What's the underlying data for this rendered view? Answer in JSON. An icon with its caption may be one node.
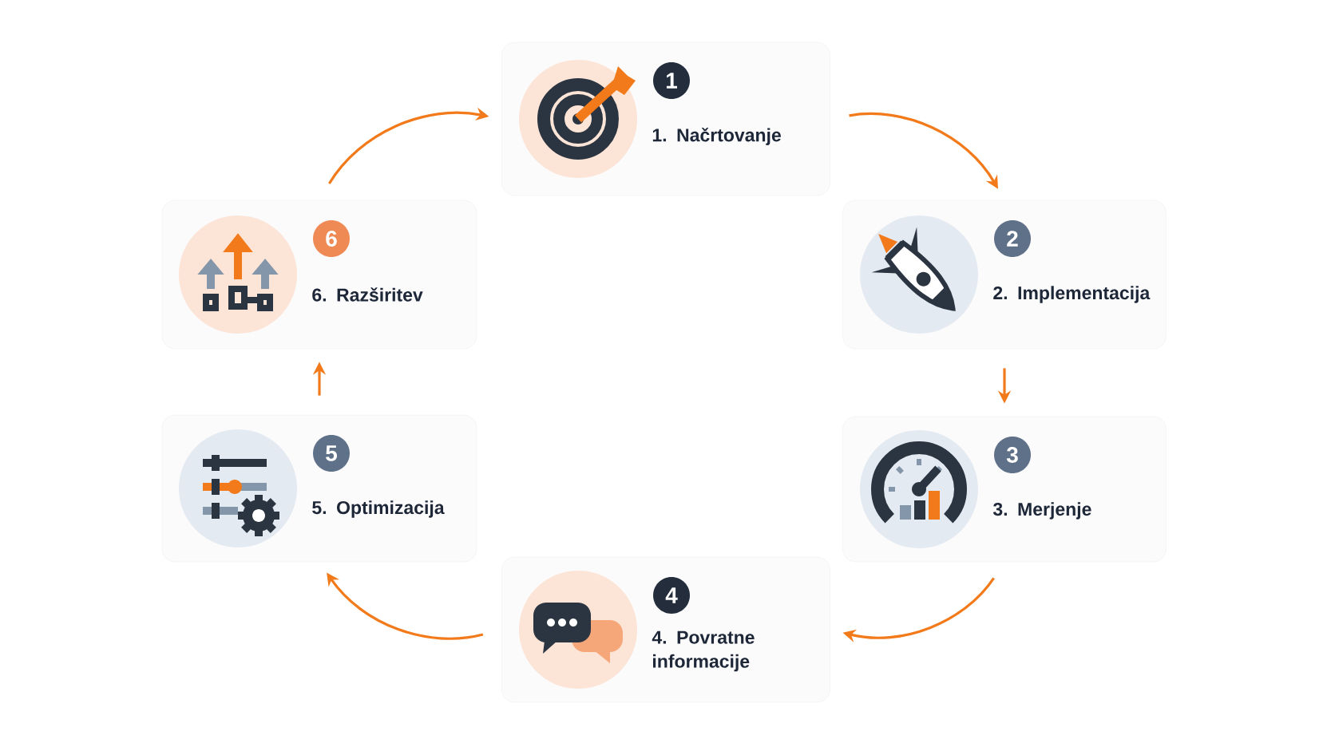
{
  "diagram": {
    "nodes": [
      {
        "text": [
          "1",
          "1. Načrtovanje"
        ]
      },
      {
        "text": [
          "2",
          "2. Implementacija"
        ]
      },
      {
        "text": [
          "3",
          "3. Merjenje"
        ]
      },
      {
        "text": [
          "4",
          "4. Povratne informacije"
        ]
      },
      {
        "text": [
          "5",
          "5. Optimizacija"
        ]
      },
      {
        "text": [
          "6",
          "6. Razširitev"
        ]
      }
    ],
    "edges": [
      {
        "from": 0,
        "to": 1,
        "arrow": "to"
      },
      {
        "from": 1,
        "to": 2,
        "arrow": "to"
      },
      {
        "from": 2,
        "to": 3,
        "arrow": "to"
      },
      {
        "from": 3,
        "to": 4,
        "arrow": "to"
      },
      {
        "from": 4,
        "to": 5,
        "arrow": "to"
      },
      {
        "from": 5,
        "to": 0,
        "arrow": "to"
      }
    ]
  }
}
